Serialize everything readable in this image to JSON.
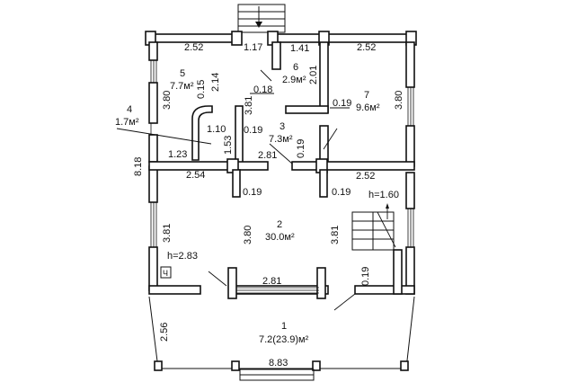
{
  "rooms": [
    {
      "number": "1",
      "area": "7.2(23.9)м²"
    },
    {
      "number": "2",
      "area": "30.0м²"
    },
    {
      "number": "3",
      "area": "7.3м²"
    },
    {
      "number": "4",
      "area": "1.7м²"
    },
    {
      "number": "5",
      "area": "7.7м²"
    },
    {
      "number": "6",
      "area": "2.9м²"
    },
    {
      "number": "7",
      "area": "9.6м²"
    }
  ],
  "dimensions": {
    "top_left_width": "2.52",
    "top_gap": "1.17",
    "room6_width": "1.41",
    "top_right_width": "2.52",
    "room6_depth": "2.01",
    "room5_diag": "2.14",
    "room5_small": "0.15",
    "room5_depth": "3.80",
    "room3_depth_left": "3.81",
    "room6_corr": "0.18",
    "room7_depth": "3.80",
    "room7_wall": "0.19",
    "room3_wall_a": "0.19",
    "room3_wall_b": "0.19",
    "room4_a": "1.10",
    "room4_b": "1.53",
    "room4_c": "1.23",
    "room3_door": "2.81",
    "mid_left_width": "2.54",
    "mid_right_width": "2.52",
    "total_depth": "8.18",
    "hall_wall_left": "0.19",
    "hall_wall_right": "0.19",
    "stair_height": "h=1.60",
    "hall_left_side": "3.81",
    "hall_depth": "3.80",
    "hall_right_side": "3.81",
    "hall_height": "h=2.83",
    "hall_bottom_width": "2.81",
    "hall_bottom_wall": "0.19",
    "porch_depth": "2.56",
    "porch_width": "8.83"
  }
}
